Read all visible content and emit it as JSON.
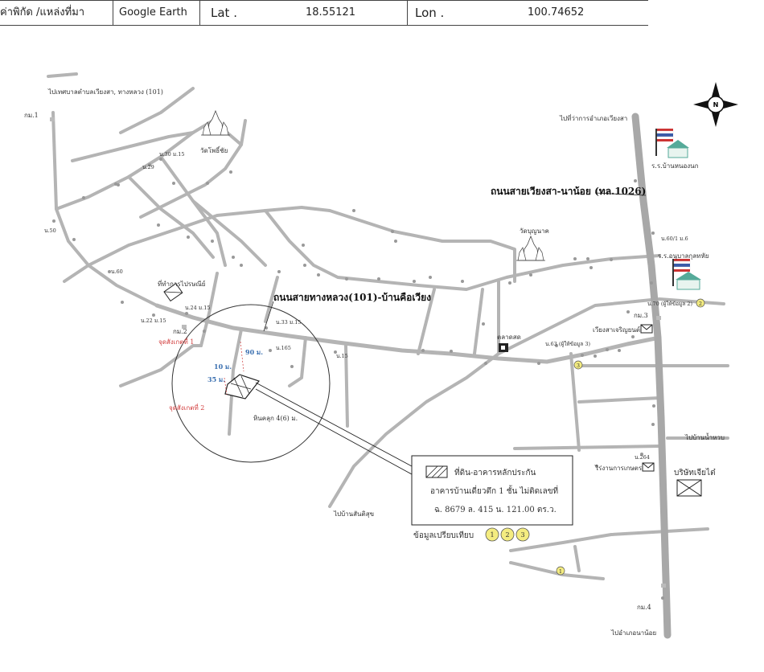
{
  "header": {
    "coord_label": "ค่าพิกัด /แหล่งที่มา",
    "source": "Google Earth",
    "lat_label": "Lat .",
    "lat_value": "18.55121",
    "lon_label": "Lon .",
    "lon_value": "100.74652"
  },
  "compass": {
    "letter": "N"
  },
  "road_labels": {
    "main_road": "ถนนสายทางหลวง(101)-บ้านคือเวียง",
    "highway_1026": "ถนนสายเวียงสา-นาน้อย (ทล.1026)",
    "to_wiangsa_municipality": "ไปเทศบาลตำบลเวียงสา, ทางหลวง (101)",
    "to_district_office": "ไปที่ว่าการอำเภอเวียงสา",
    "to_ban_sanhisuk": "ไปบ้านสันติสุข",
    "to_nanoi_district": "ไปอำเภอนาน้อย",
    "to_ban_namhuab": "ไปบ้านน้ำหวบ"
  },
  "places": {
    "wat_pho_chai": "วัดโพธิ์ชัย",
    "wat_boon_nak": "วัดบุญนาค",
    "school_nongnok": "ร.ร.บ้านหนองนก",
    "school_anuban": "ร.ร.อนุบาลกุลทหัย",
    "post_office": "ที่ทำการไปรษณีย์",
    "market": "ตลาดสด",
    "wiangsa_charoen": "เวียงสาเจริญยนต์",
    "agri_farm": "ไร่งานการเกษตร",
    "company": "บริษัทเจียไต๋"
  },
  "km_markers": [
    "กม.1",
    "กม.2",
    "กม.3",
    "กม.4"
  ],
  "house_numbers": {
    "n_30": "น.30 ม.15",
    "n_29": "น.29",
    "n_50": "น.50",
    "n_60": "น.60",
    "n_24": "น.24 ม.15",
    "n_22": "น.22 ม.15",
    "n_33": "น.33 ม.15",
    "n_165": "น.165",
    "n_15": "น.15",
    "n_60_1": "น.60/1 ม.6",
    "n_63": "น.63 (ผู้ให้ข้อมูล 3)",
    "n_70": "น.70 (ผู้ให้ข้อมูล 2)",
    "n_264": "น.264"
  },
  "site": {
    "point1": "จุดสังเกตที่ 1",
    "point2": "จุดสังเกตที่ 2",
    "dist_90": "90 ม.",
    "dist_10": "10 ม.",
    "dist_35": "35 ม.",
    "road_width": "หินคลุก 4(6) ม."
  },
  "legend": {
    "line1": "ที่ดิน-อาคารหลักประกัน",
    "line2": "อาคารบ้านเดี่ยวตึก 1 ชั้น ไม่ติดเลขที่",
    "line3": "ฉ. 8679  ล. 415  น. 121.00 ตร.ว."
  },
  "comparison": {
    "label": "ข้อมูลเปรียบเทียบ",
    "items": [
      "1",
      "2",
      "3"
    ]
  },
  "colors": {
    "road": "#b4b4b4",
    "highway": "#a8a8a8",
    "marker_yellow": "#f4ec80",
    "red_label": "#d23c3c",
    "blue_label": "#3a6fb0"
  }
}
